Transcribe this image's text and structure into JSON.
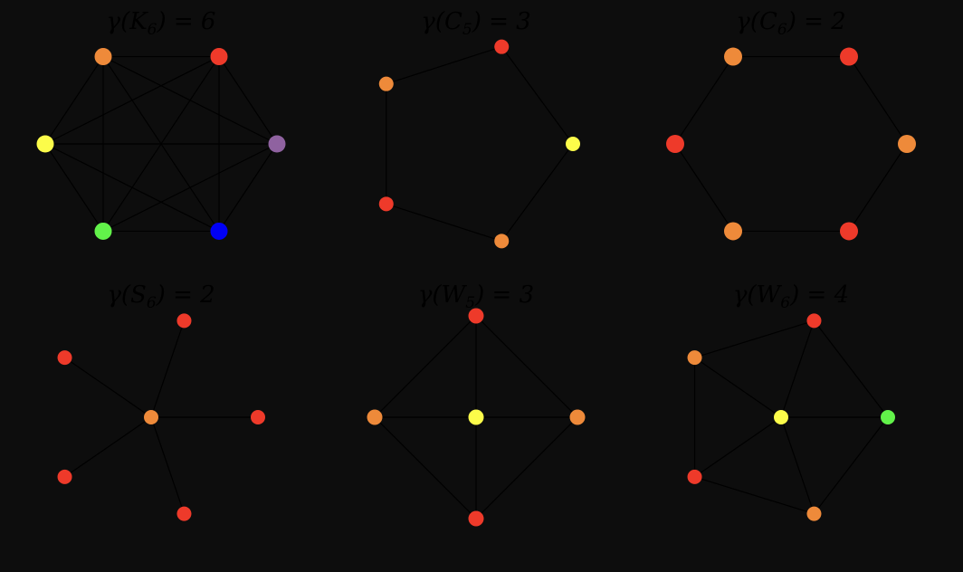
{
  "colors": {
    "background": "#0d0d0d",
    "edge": "#000000",
    "title": "#000000",
    "palette": {
      "red": "#ee3a2a",
      "orange": "#ee8a3a",
      "yellow": "#fcfc4a",
      "purple": "#8f62a0",
      "green": "#62f24a",
      "blue": "#0000f5"
    }
  },
  "graphs": [
    {
      "id": "k6",
      "title": {
        "func": "γ",
        "name": "K",
        "sub": "6",
        "value": "6"
      },
      "layout": "hexagon",
      "vertex_colors": [
        "purple",
        "red",
        "orange",
        "yellow",
        "green",
        "blue"
      ],
      "edges": [
        [
          0,
          1
        ],
        [
          0,
          2
        ],
        [
          0,
          3
        ],
        [
          0,
          4
        ],
        [
          0,
          5
        ],
        [
          1,
          2
        ],
        [
          1,
          3
        ],
        [
          1,
          4
        ],
        [
          1,
          5
        ],
        [
          2,
          3
        ],
        [
          2,
          4
        ],
        [
          2,
          5
        ],
        [
          3,
          4
        ],
        [
          3,
          5
        ],
        [
          4,
          5
        ]
      ]
    },
    {
      "id": "c5",
      "title": {
        "func": "γ",
        "name": "C",
        "sub": "5",
        "value": "3"
      },
      "layout": "pentagon",
      "vertex_colors": [
        "yellow",
        "red",
        "orange",
        "red",
        "orange"
      ],
      "edges": [
        [
          0,
          1
        ],
        [
          1,
          2
        ],
        [
          2,
          3
        ],
        [
          3,
          4
        ],
        [
          4,
          0
        ]
      ]
    },
    {
      "id": "c6",
      "title": {
        "func": "γ",
        "name": "C",
        "sub": "6",
        "value": "2"
      },
      "layout": "hexagon",
      "vertex_colors": [
        "orange",
        "red",
        "orange",
        "red",
        "orange",
        "red"
      ],
      "edges": [
        [
          0,
          1
        ],
        [
          1,
          2
        ],
        [
          2,
          3
        ],
        [
          3,
          4
        ],
        [
          4,
          5
        ],
        [
          5,
          0
        ]
      ]
    },
    {
      "id": "s6",
      "title": {
        "func": "γ",
        "name": "S",
        "sub": "6",
        "value": "2"
      },
      "layout": "star",
      "vertex_colors": [
        "orange",
        "red",
        "red",
        "red",
        "red",
        "red"
      ],
      "edges": [
        [
          0,
          1
        ],
        [
          0,
          2
        ],
        [
          0,
          3
        ],
        [
          0,
          4
        ],
        [
          0,
          5
        ]
      ]
    },
    {
      "id": "w5",
      "title": {
        "func": "γ",
        "name": "W",
        "sub": "5",
        "value": "3"
      },
      "layout": "wheel4",
      "vertex_colors": [
        "yellow",
        "orange",
        "red",
        "orange",
        "red"
      ],
      "edges": [
        [
          0,
          1
        ],
        [
          0,
          2
        ],
        [
          0,
          3
        ],
        [
          0,
          4
        ],
        [
          1,
          2
        ],
        [
          2,
          3
        ],
        [
          3,
          4
        ],
        [
          4,
          1
        ]
      ]
    },
    {
      "id": "w6",
      "title": {
        "func": "γ",
        "name": "W",
        "sub": "6",
        "value": "4"
      },
      "layout": "wheel5",
      "vertex_colors": [
        "yellow",
        "green",
        "red",
        "orange",
        "red",
        "orange"
      ],
      "edges": [
        [
          0,
          1
        ],
        [
          0,
          2
        ],
        [
          0,
          3
        ],
        [
          0,
          4
        ],
        [
          0,
          5
        ],
        [
          1,
          2
        ],
        [
          2,
          3
        ],
        [
          3,
          4
        ],
        [
          4,
          5
        ],
        [
          5,
          1
        ]
      ]
    }
  ]
}
